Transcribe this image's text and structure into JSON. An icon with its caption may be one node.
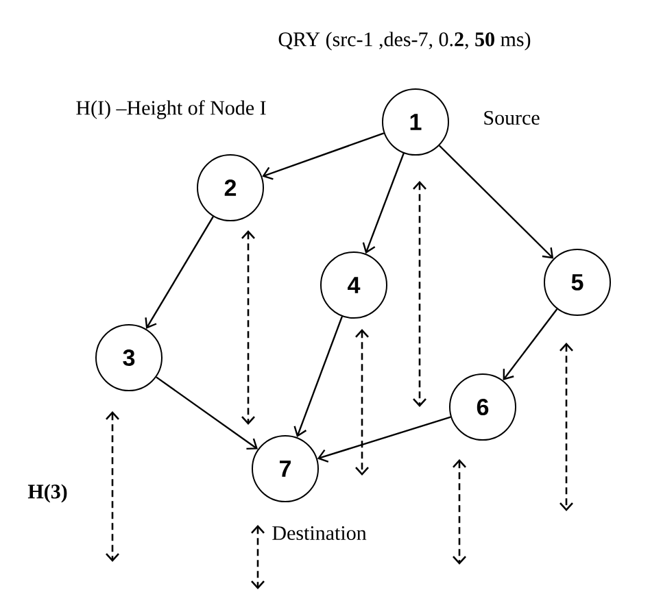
{
  "diagram": {
    "title": "QRY (src-1 ,des-7, 0.**2**, **50** ms)",
    "nodes": [
      {
        "text": [
          "1"
        ],
        "beside": [
          "Source"
        ]
      },
      {
        "text": [
          "2"
        ]
      },
      {
        "text": [
          "3"
        ]
      },
      {
        "text": [
          "4"
        ]
      },
      {
        "text": [
          "5"
        ]
      },
      {
        "text": [
          "6"
        ]
      },
      {
        "text": [
          "7"
        ],
        "beside": [
          "Destination"
        ]
      }
    ],
    "edges": [
      {
        "from": 0,
        "to": 1,
        "arrow": "to"
      },
      {
        "from": 0,
        "to": 3,
        "arrow": "to"
      },
      {
        "from": 0,
        "to": 4,
        "arrow": "to"
      },
      {
        "from": 1,
        "to": 2,
        "arrow": "to"
      },
      {
        "from": 2,
        "to": 6,
        "arrow": "to"
      },
      {
        "from": 3,
        "to": 6,
        "arrow": "to"
      },
      {
        "from": 4,
        "to": 5,
        "arrow": "to"
      },
      {
        "from": 5,
        "to": 6,
        "arrow": "to"
      }
    ],
    "labels": [
      "H(I) –Height of Node I",
      "H(3)"
    ]
  }
}
